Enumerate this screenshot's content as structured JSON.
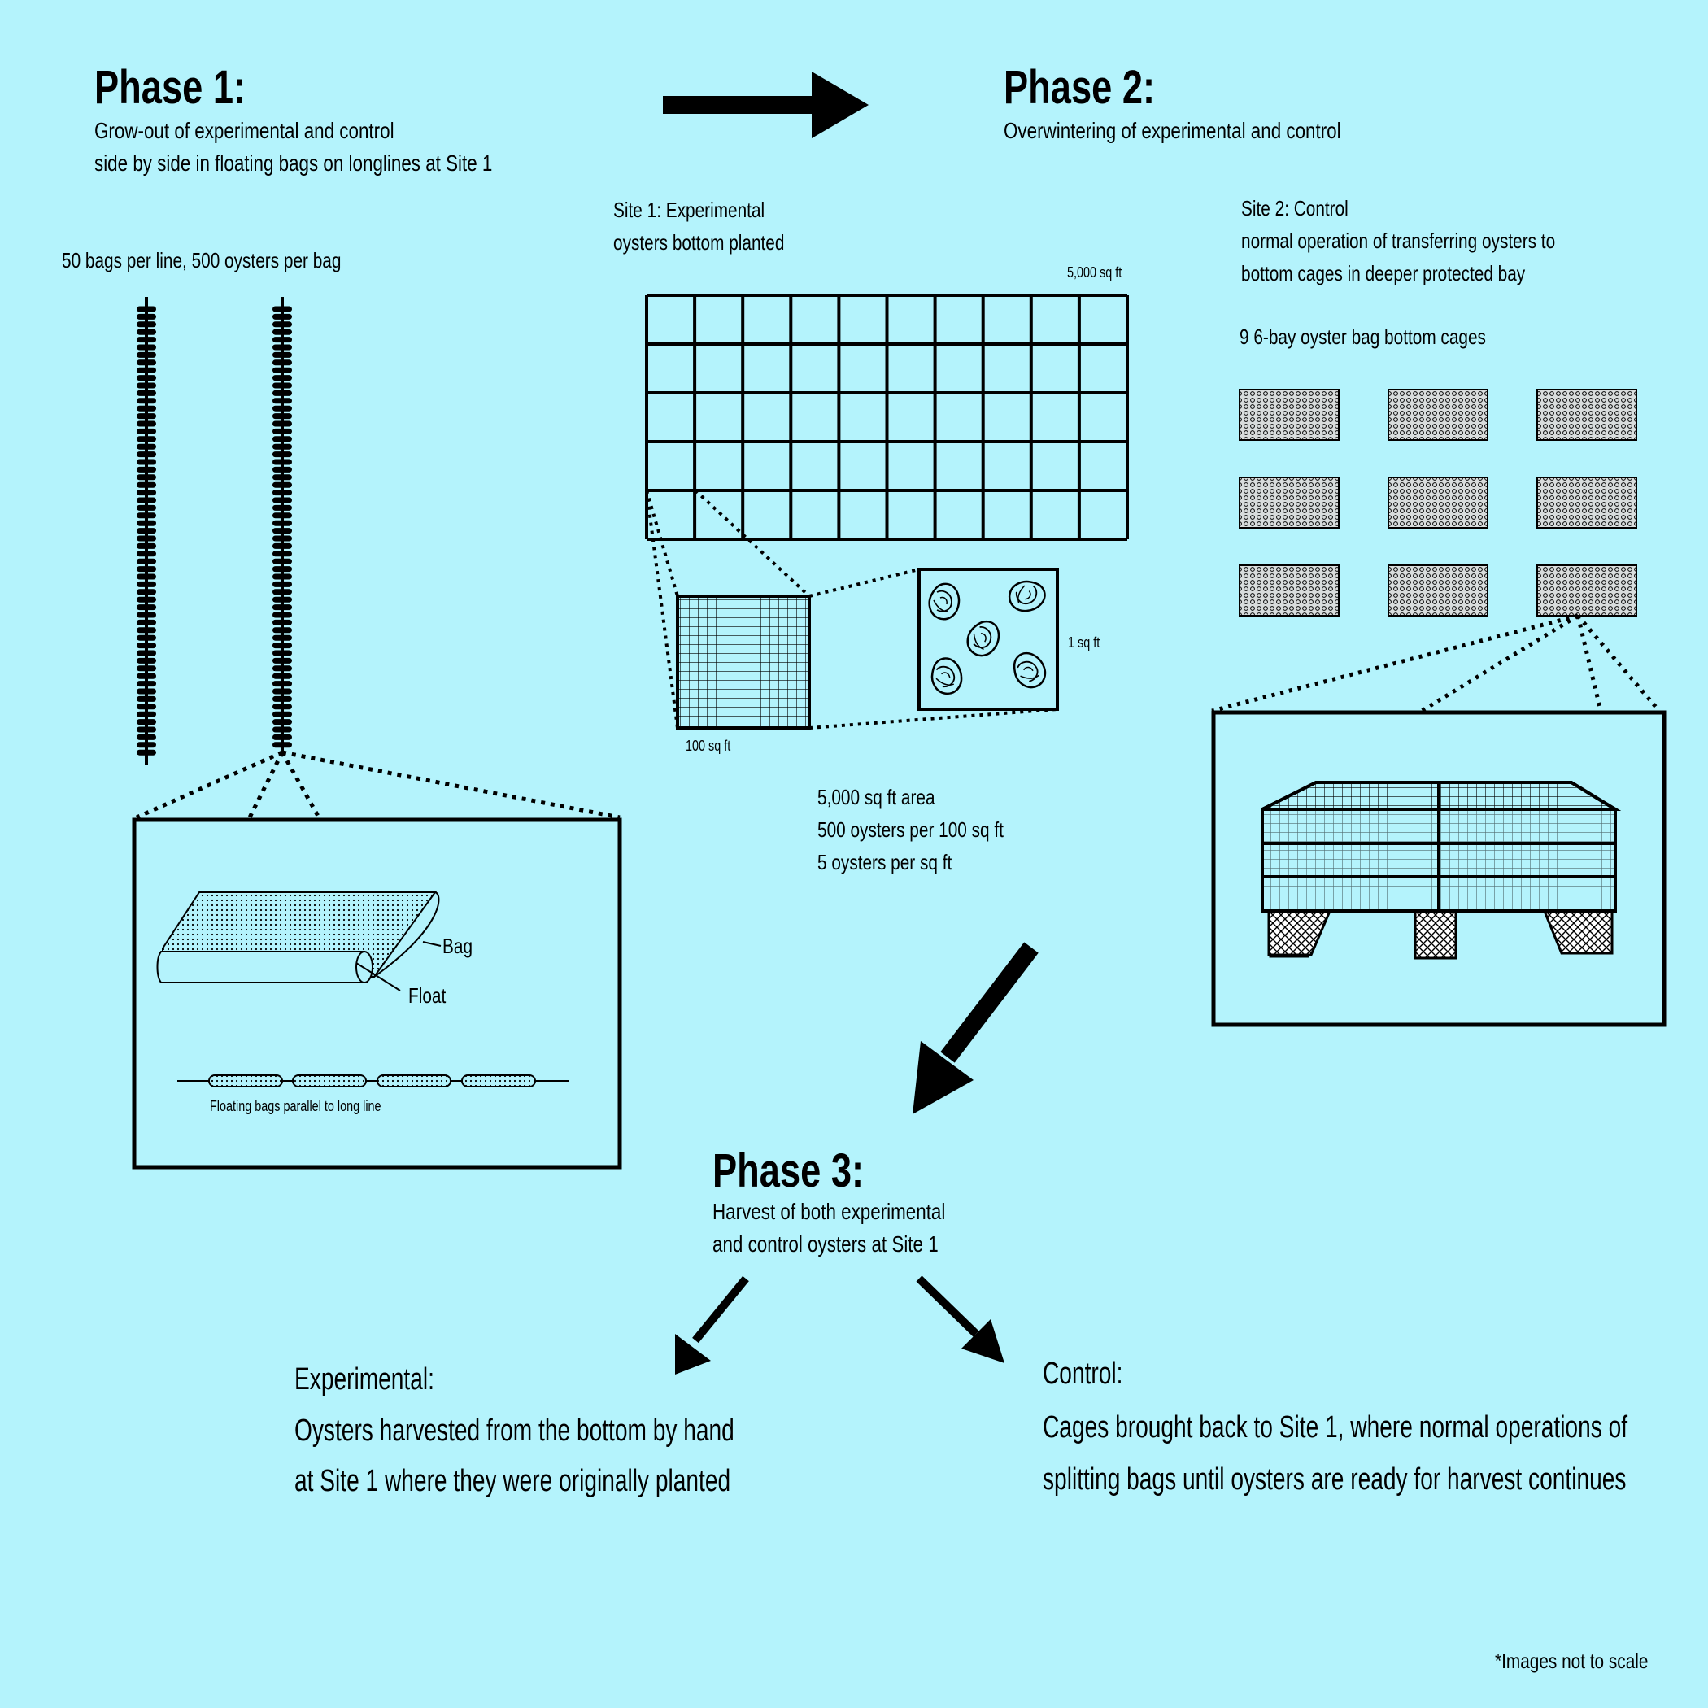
{
  "phase1": {
    "title": "Phase 1:",
    "subtitle_lines": [
      "Grow-out of experimental and control",
      "side by side in floating bags on longlines at Site 1"
    ],
    "line_label": "50 bags per line, 500 oysters per bag",
    "inset": {
      "bag_label": "Bag",
      "float_label": "Float",
      "caption": "Floating bags parallel to long line"
    }
  },
  "phase2": {
    "title": "Phase 2:",
    "subtitle": "Overwintering of experimental and control",
    "site1": {
      "label_lines": [
        "Site 1: Experimental",
        "oysters bottom planted"
      ],
      "grid_area_label": "5,000 sq ft",
      "plot_label": "100 sq ft",
      "unit_label": "1 sq ft",
      "stats": [
        "5,000 sq ft area",
        "500 oysters per 100 sq ft",
        "5 oysters per sq ft"
      ]
    },
    "site2": {
      "label_lines": [
        "Site 2: Control",
        "normal operation of transferring oysters to",
        "bottom cages in deeper protected bay"
      ],
      "cages_label": "9 6-bay oyster bag bottom cages"
    }
  },
  "phase3": {
    "title": "Phase 3:",
    "subtitle_lines": [
      "Harvest of both experimental",
      "and control oysters at Site 1"
    ],
    "experimental": {
      "title": "Experimental:",
      "lines": [
        "Oysters harvested from the bottom by hand",
        "at Site 1 where they were originally planted"
      ]
    },
    "control": {
      "title": "Control:",
      "lines": [
        "Cages brought back to Site 1, where normal operations of",
        "splitting bags until oysters are ready for harvest continues"
      ]
    }
  },
  "footnote": "*Images not to scale",
  "colors": {
    "background": "#b4f3fc",
    "ink": "#000000"
  }
}
